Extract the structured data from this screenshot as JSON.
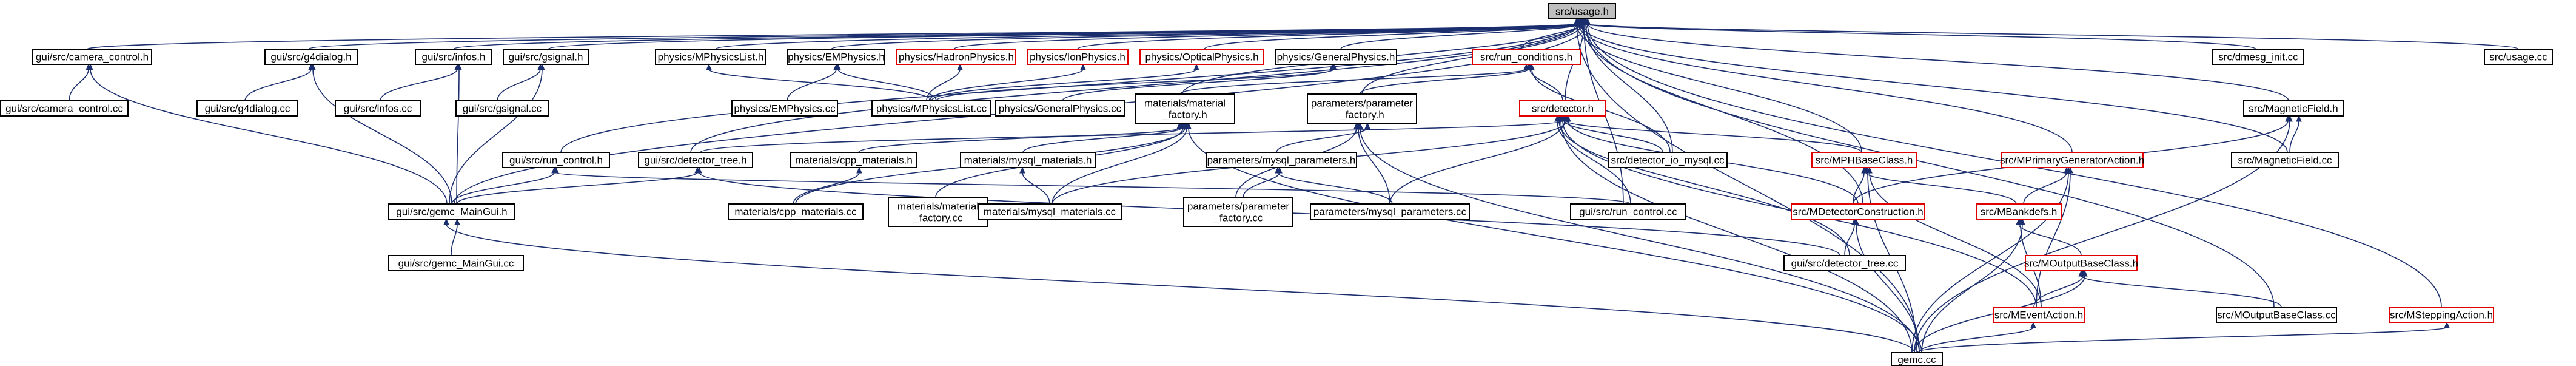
{
  "nodes": [
    {
      "id": "usage_h",
      "label": "src/usage.h",
      "style": "root"
    },
    {
      "id": "camera_h",
      "label": "gui/src/camera_control.h",
      "style": "black"
    },
    {
      "id": "g4dialog_h",
      "label": "gui/src/g4dialog.h",
      "style": "black"
    },
    {
      "id": "infos_h",
      "label": "gui/src/infos.h",
      "style": "black"
    },
    {
      "id": "gsignal_h",
      "label": "gui/src/gsignal.h",
      "style": "black"
    },
    {
      "id": "mphyslist_h",
      "label": "physics/MPhysicsList.h",
      "style": "black"
    },
    {
      "id": "emphys_h",
      "label": "physics/EMPhysics.h",
      "style": "black"
    },
    {
      "id": "hadron_h",
      "label": "physics/HadronPhysics.h",
      "style": "red"
    },
    {
      "id": "ion_h",
      "label": "physics/IonPhysics.h",
      "style": "red"
    },
    {
      "id": "optical_h",
      "label": "physics/OpticalPhysics.h",
      "style": "red"
    },
    {
      "id": "general_h",
      "label": "physics/GeneralPhysics.h",
      "style": "black"
    },
    {
      "id": "runcond_h",
      "label": "src/run_conditions.h",
      "style": "red"
    },
    {
      "id": "dmesg_cc",
      "label": "src/dmesg_init.cc",
      "style": "black"
    },
    {
      "id": "usage_cc",
      "label": "src/usage.cc",
      "style": "black"
    },
    {
      "id": "camera_cc",
      "label": "gui/src/camera_control.cc",
      "style": "black"
    },
    {
      "id": "g4dialog_cc",
      "label": "gui/src/g4dialog.cc",
      "style": "black"
    },
    {
      "id": "infos_cc",
      "label": "gui/src/infos.cc",
      "style": "black"
    },
    {
      "id": "gsignal_cc",
      "label": "gui/src/gsignal.cc",
      "style": "black"
    },
    {
      "id": "emphys_cc",
      "label": "physics/EMPhysics.cc",
      "style": "black"
    },
    {
      "id": "mphyslist_cc",
      "label": "physics/MPhysicsList.cc",
      "style": "black"
    },
    {
      "id": "general_cc",
      "label": "physics/GeneralPhysics.cc",
      "style": "black"
    },
    {
      "id": "matfact_h",
      "label": [
        "materials/material",
        "_factory.h"
      ],
      "style": "black"
    },
    {
      "id": "parfact_h",
      "label": [
        "parameters/parameter",
        "_factory.h"
      ],
      "style": "black"
    },
    {
      "id": "detector_h",
      "label": "src/detector.h",
      "style": "red"
    },
    {
      "id": "magfield_h",
      "label": "src/MagneticField.h",
      "style": "black"
    },
    {
      "id": "runcontrol_h",
      "label": "gui/src/run_control.h",
      "style": "black"
    },
    {
      "id": "dettree_h",
      "label": "gui/src/detector_tree.h",
      "style": "black"
    },
    {
      "id": "cppmat_h",
      "label": "materials/cpp_materials.h",
      "style": "black"
    },
    {
      "id": "mysqlmat_h",
      "label": "materials/mysql_materials.h",
      "style": "black"
    },
    {
      "id": "mysqlpar_h",
      "label": "parameters/mysql_parameters.h",
      "style": "black"
    },
    {
      "id": "detio_cc",
      "label": "src/detector_io_mysql.cc",
      "style": "black"
    },
    {
      "id": "mphbase_h",
      "label": "src/MPHBaseClass.h",
      "style": "red"
    },
    {
      "id": "mprimgen_h",
      "label": "src/MPrimaryGeneratorAction.h",
      "style": "red"
    },
    {
      "id": "magfield_cc",
      "label": "src/MagneticField.cc",
      "style": "black"
    },
    {
      "id": "mainGui_h",
      "label": "gui/src/gemc_MainGui.h",
      "style": "black"
    },
    {
      "id": "cppmat_cc",
      "label": "materials/cpp_materials.cc",
      "style": "black"
    },
    {
      "id": "matfact_cc",
      "label": [
        "materials/material",
        "_factory.cc"
      ],
      "style": "black"
    },
    {
      "id": "mysqlmat_cc",
      "label": "materials/mysql_materials.cc",
      "style": "black"
    },
    {
      "id": "parfact_cc",
      "label": [
        "parameters/parameter",
        "_factory.cc"
      ],
      "style": "black"
    },
    {
      "id": "mysqlpar_cc",
      "label": "parameters/mysql_parameters.cc",
      "style": "black"
    },
    {
      "id": "runcontrol_cc",
      "label": "gui/src/run_control.cc",
      "style": "black"
    },
    {
      "id": "mdetcons_h",
      "label": "src/MDetectorConstruction.h",
      "style": "red"
    },
    {
      "id": "mbankdefs_h",
      "label": "src/MBankdefs.h",
      "style": "red"
    },
    {
      "id": "mainGui_cc",
      "label": "gui/src/gemc_MainGui.cc",
      "style": "black"
    },
    {
      "id": "dettree_cc",
      "label": "gui/src/detector_tree.cc",
      "style": "black"
    },
    {
      "id": "moutbase_h",
      "label": "src/MOutputBaseClass.h",
      "style": "red"
    },
    {
      "id": "moutbase_cc",
      "label": "src/MOutputBaseClass.cc",
      "style": "black"
    },
    {
      "id": "msteppingact_h",
      "label": "src/MSteppingAction.h",
      "style": "red"
    },
    {
      "id": "meventact_h",
      "label": "src/MEventAction.h",
      "style": "red"
    },
    {
      "id": "gemc_cc",
      "label": "gemc.cc",
      "style": "black"
    }
  ],
  "edges": [
    [
      "usage_h",
      "camera_h"
    ],
    [
      "usage_h",
      "g4dialog_h"
    ],
    [
      "usage_h",
      "infos_h"
    ],
    [
      "usage_h",
      "gsignal_h"
    ],
    [
      "usage_h",
      "mphyslist_h"
    ],
    [
      "usage_h",
      "emphys_h"
    ],
    [
      "usage_h",
      "hadron_h"
    ],
    [
      "usage_h",
      "ion_h"
    ],
    [
      "usage_h",
      "optical_h"
    ],
    [
      "usage_h",
      "general_h"
    ],
    [
      "usage_h",
      "runcond_h"
    ],
    [
      "usage_h",
      "dmesg_cc"
    ],
    [
      "usage_h",
      "usage_cc"
    ],
    [
      "usage_h",
      "mainGui_h"
    ],
    [
      "usage_h",
      "runcontrol_h"
    ],
    [
      "usage_h",
      "dettree_h"
    ],
    [
      "usage_h",
      "matfact_h"
    ],
    [
      "usage_h",
      "parfact_h"
    ],
    [
      "usage_h",
      "detector_h"
    ],
    [
      "usage_h",
      "detio_cc"
    ],
    [
      "usage_h",
      "magfield_h"
    ],
    [
      "usage_h",
      "mphbase_h"
    ],
    [
      "usage_h",
      "mprimgen_h"
    ],
    [
      "usage_h",
      "magfield_cc"
    ],
    [
      "usage_h",
      "mdetcons_h"
    ],
    [
      "usage_h",
      "runcontrol_cc"
    ],
    [
      "usage_h",
      "moutbase_cc"
    ],
    [
      "usage_h",
      "msteppingact_h"
    ],
    [
      "usage_h",
      "gemc_cc"
    ],
    [
      "camera_h",
      "camera_cc"
    ],
    [
      "camera_h",
      "mainGui_h"
    ],
    [
      "g4dialog_h",
      "g4dialog_cc"
    ],
    [
      "g4dialog_h",
      "mainGui_h"
    ],
    [
      "infos_h",
      "infos_cc"
    ],
    [
      "infos_h",
      "mainGui_h"
    ],
    [
      "gsignal_h",
      "gsignal_cc"
    ],
    [
      "gsignal_h",
      "mainGui_h"
    ],
    [
      "mphyslist_h",
      "mphyslist_cc"
    ],
    [
      "emphys_h",
      "emphys_cc"
    ],
    [
      "emphys_h",
      "mphyslist_cc"
    ],
    [
      "hadron_h",
      "mphyslist_cc"
    ],
    [
      "ion_h",
      "mphyslist_cc"
    ],
    [
      "optical_h",
      "mphyslist_cc"
    ],
    [
      "general_h",
      "general_cc"
    ],
    [
      "general_h",
      "mphyslist_cc"
    ],
    [
      "runcond_h",
      "matfact_h"
    ],
    [
      "runcond_h",
      "parfact_h"
    ],
    [
      "runcond_h",
      "detector_h"
    ],
    [
      "runcond_h",
      "detio_cc"
    ],
    [
      "matfact_h",
      "cppmat_h"
    ],
    [
      "matfact_h",
      "mysqlmat_h"
    ],
    [
      "matfact_h",
      "matfact_cc"
    ],
    [
      "matfact_h",
      "cppmat_cc"
    ],
    [
      "matfact_h",
      "mysqlmat_cc"
    ],
    [
      "matfact_h",
      "gemc_cc"
    ],
    [
      "parfact_h",
      "mysqlpar_h"
    ],
    [
      "parfact_h",
      "parfact_cc"
    ],
    [
      "parfact_h",
      "mysqlpar_cc"
    ],
    [
      "parfact_h",
      "gemc_cc"
    ],
    [
      "detector_h",
      "dettree_h"
    ],
    [
      "detector_h",
      "detio_cc"
    ],
    [
      "detector_h",
      "mphbase_h"
    ],
    [
      "detector_h",
      "mdetcons_h"
    ],
    [
      "detector_h",
      "runcontrol_cc"
    ],
    [
      "detector_h",
      "dettree_cc"
    ],
    [
      "detector_h",
      "gemc_cc"
    ],
    [
      "detector_h",
      "meventact_h"
    ],
    [
      "detector_h",
      "mysqlpar_cc"
    ],
    [
      "detector_h",
      "mysqlmat_cc"
    ],
    [
      "magfield_h",
      "magfield_cc"
    ],
    [
      "magfield_h",
      "mdetcons_h"
    ],
    [
      "magfield_h",
      "gemc_cc"
    ],
    [
      "runcontrol_h",
      "mainGui_h"
    ],
    [
      "runcontrol_h",
      "runcontrol_cc"
    ],
    [
      "dettree_h",
      "mainGui_h"
    ],
    [
      "dettree_h",
      "dettree_cc"
    ],
    [
      "cppmat_h",
      "cppmat_cc"
    ],
    [
      "mysqlmat_h",
      "mysqlmat_cc"
    ],
    [
      "mysqlpar_h",
      "mysqlpar_cc"
    ],
    [
      "mysqlpar_h",
      "parfact_cc"
    ],
    [
      "mphbase_h",
      "mdetcons_h"
    ],
    [
      "mphbase_h",
      "mbankdefs_h"
    ],
    [
      "mphbase_h",
      "gemc_cc"
    ],
    [
      "mphbase_h",
      "meventact_h"
    ],
    [
      "mprimgen_h",
      "mbankdefs_h"
    ],
    [
      "mprimgen_h",
      "gemc_cc"
    ],
    [
      "mprimgen_h",
      "meventact_h"
    ],
    [
      "mbankdefs_h",
      "moutbase_h"
    ],
    [
      "mbankdefs_h",
      "meventact_h"
    ],
    [
      "mbankdefs_h",
      "gemc_cc"
    ],
    [
      "mainGui_h",
      "mainGui_cc"
    ],
    [
      "mainGui_h",
      "gemc_cc"
    ],
    [
      "mdetcons_h",
      "dettree_cc"
    ],
    [
      "mdetcons_h",
      "gemc_cc"
    ],
    [
      "moutbase_h",
      "moutbase_cc"
    ],
    [
      "moutbase_h",
      "meventact_h"
    ],
    [
      "moutbase_h",
      "gemc_cc"
    ],
    [
      "msteppingact_h",
      "gemc_cc"
    ],
    [
      "meventact_h",
      "gemc_cc"
    ]
  ]
}
